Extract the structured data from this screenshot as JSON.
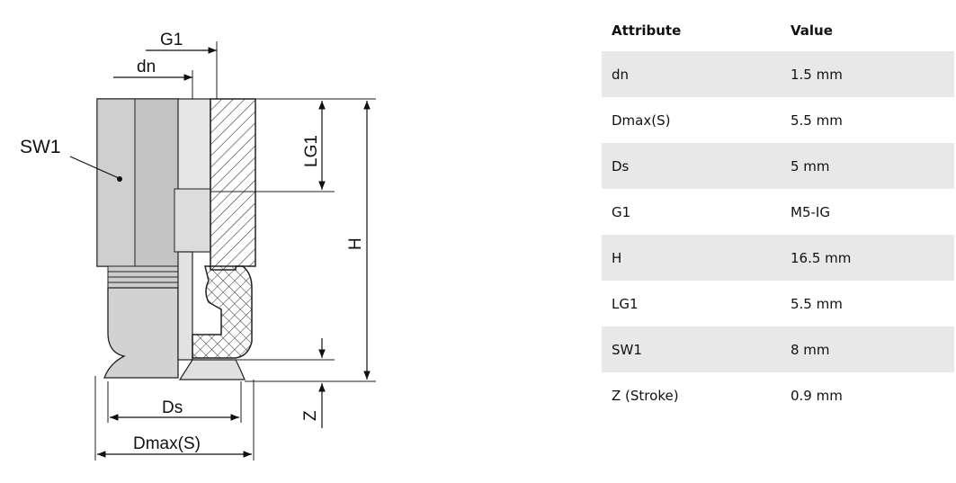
{
  "drawing": {
    "labels": {
      "g1": "G1",
      "dn": "dn",
      "sw1": "SW1",
      "lg1": "LG1",
      "h": "H",
      "z": "Z",
      "ds": "Ds",
      "dmax": "Dmax(S)"
    }
  },
  "table": {
    "headers": {
      "attribute": "Attribute",
      "value": "Value"
    },
    "rows": [
      {
        "attribute": "dn",
        "value": "1.5 mm"
      },
      {
        "attribute": "Dmax(S)",
        "value": "5.5 mm"
      },
      {
        "attribute": "Ds",
        "value": "5 mm"
      },
      {
        "attribute": "G1",
        "value": "M5-IG"
      },
      {
        "attribute": "H",
        "value": "16.5 mm"
      },
      {
        "attribute": "LG1",
        "value": "5.5 mm"
      },
      {
        "attribute": "SW1",
        "value": "8 mm"
      },
      {
        "attribute": "Z (Stroke)",
        "value": "0.9 mm"
      }
    ]
  }
}
